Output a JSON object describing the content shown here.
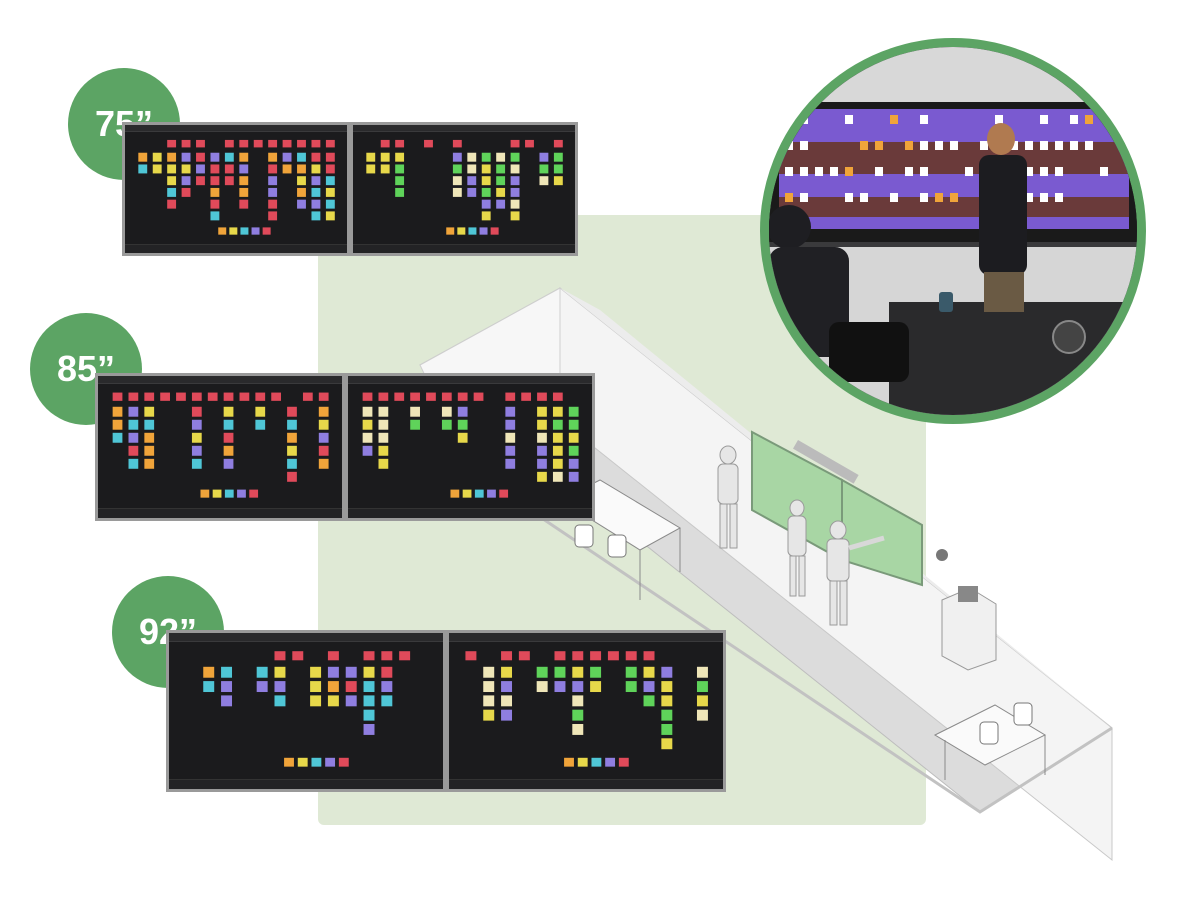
{
  "sizes": [
    {
      "label": "75”"
    },
    {
      "label": "85”"
    },
    {
      "label": "92”"
    }
  ],
  "colors": {
    "badge_green": "#5ca464",
    "panel_green": "#dfe9d5",
    "screen_bg": "#1b1b1d",
    "sticky_red": "#e04a5a",
    "sticky_yellow": "#e7d84a",
    "sticky_purple": "#8f7ee0",
    "sticky_green": "#5fd35a",
    "sticky_cream": "#efe6b8",
    "sticky_teal": "#4fc6d6",
    "sticky_orange": "#f0a43a"
  },
  "icons": [
    "person-figure",
    "desk-chair",
    "camera-icon",
    "video-bar-icon"
  ]
}
